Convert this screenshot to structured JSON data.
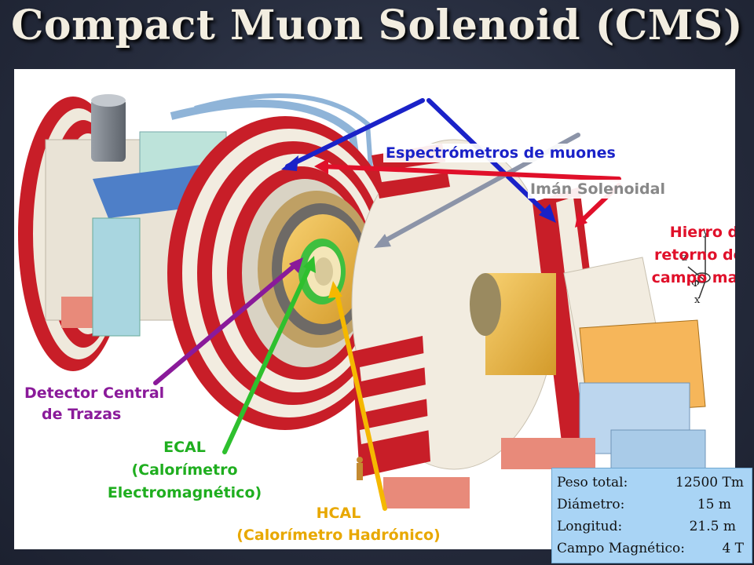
{
  "title": "Compact Muon Solenoid (CMS)",
  "labels": {
    "muon_spectrometers": "Espectrómetros de muones",
    "solenoid_magnet": "Imán Solenoidal",
    "return_iron": "Hierro de retorno del campo mag",
    "tracker_line1": "Detector Central",
    "tracker_line2": "de Trazas",
    "ecal_line1": "ECAL",
    "ecal_line2": "(Calorímetro",
    "ecal_line3": "Electromagnético)",
    "hcal_line1": "HCAL",
    "hcal_line2": "(Calorímetro Hadrónico)"
  },
  "axes": {
    "y": "y",
    "z": "z",
    "phi": "Φ",
    "x": "x"
  },
  "specs": [
    {
      "key": "Peso total:",
      "value": "12500 Tm"
    },
    {
      "key": "Diámetro:",
      "value": "15 m"
    },
    {
      "key": "Longitud:",
      "value": "21.5 m"
    },
    {
      "key": "Campo Magnético:",
      "value": "4 T"
    }
  ],
  "colors": {
    "muon_arrow": "#1a22c8",
    "magnet_arrow": "#8c94a8",
    "iron_arrow": "#e0102a",
    "tracker_arrow": "#8a1a9a",
    "ecal_arrow": "#2ec02e",
    "hcal_arrow": "#f5b800"
  }
}
